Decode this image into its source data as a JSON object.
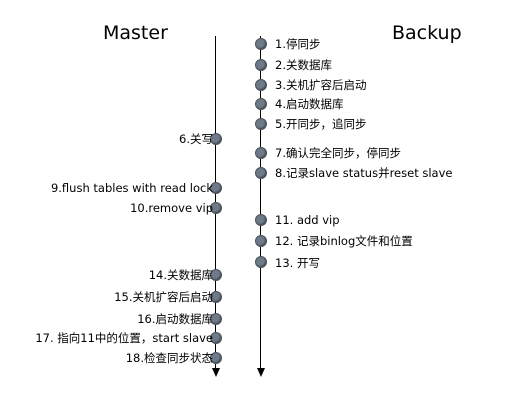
{
  "titles": {
    "master": "Master",
    "backup": "Backup"
  },
  "colors": {
    "dot": "#6f7a88",
    "line": "#000000"
  },
  "backup_steps": [
    "1.停同步",
    "2.关数据库",
    "3.关机扩容后启动",
    "4.启动数据库",
    "5.开同步，追同步",
    "7.确认完全同步，停同步",
    "8.记录slave status并reset slave",
    "11. add vip",
    "12. 记录binlog文件和位置",
    "13. 开写"
  ],
  "master_steps": [
    "6.关写",
    "9.flush tables with read lock",
    "10.remove vip",
    "14.关数据库",
    "15.关机扩容后启动",
    "16.启动数据库",
    "17. 指向11中的位置，start slave",
    "18.检查同步状态"
  ]
}
